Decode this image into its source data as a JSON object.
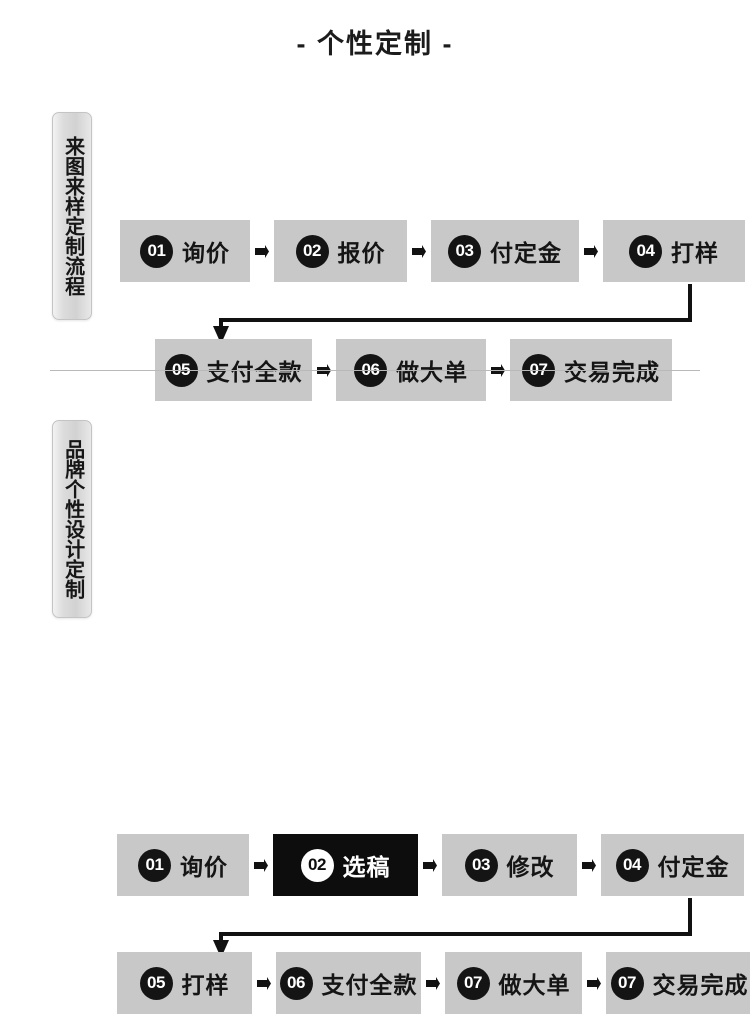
{
  "page": {
    "title": "- 个性定制 -",
    "background_color": "#ffffff",
    "box_gray": "#c8c8c8",
    "badge_black": "#141414",
    "highlight_black": "#0d0d0d"
  },
  "divider": {
    "name": "section-divider"
  },
  "sections": [
    {
      "id": "section-1",
      "side_label": "来图来样定制流程",
      "rows": [
        {
          "id": "s1-row1",
          "steps": [
            {
              "number": "01",
              "label": "询价",
              "highlight": false,
              "width": 130
            },
            {
              "number": "02",
              "label": "报价",
              "highlight": false,
              "width": 133
            },
            {
              "number": "03",
              "label": "付定金",
              "highlight": false,
              "width": 148
            },
            {
              "number": "04",
              "label": "打样",
              "highlight": false,
              "width": 142
            }
          ]
        },
        {
          "id": "s1-row2",
          "steps": [
            {
              "number": "05",
              "label": "支付全款",
              "highlight": false,
              "width": 157
            },
            {
              "number": "06",
              "label": "做大单",
              "highlight": false,
              "width": 150
            },
            {
              "number": "07",
              "label": "交易完成",
              "highlight": false,
              "width": 162
            }
          ]
        }
      ]
    },
    {
      "id": "section-2",
      "side_label": "品牌个性设计定制",
      "rows": [
        {
          "id": "s2-row1",
          "steps": [
            {
              "number": "01",
              "label": "询价",
              "highlight": false,
              "width": 132
            },
            {
              "number": "02",
              "label": "选稿",
              "highlight": true,
              "width": 145
            },
            {
              "number": "03",
              "label": "修改",
              "highlight": false,
              "width": 135
            },
            {
              "number": "04",
              "label": "付定金",
              "highlight": false,
              "width": 143
            }
          ]
        },
        {
          "id": "s2-row2",
          "steps": [
            {
              "number": "05",
              "label": "打样",
              "highlight": false,
              "width": 135
            },
            {
              "number": "06",
              "label": "支付全款",
              "highlight": false,
              "width": 145
            },
            {
              "number": "07",
              "label": "做大单",
              "highlight": false,
              "width": 137
            },
            {
              "number": "07",
              "label": "交易完成",
              "highlight": false,
              "width": 147
            }
          ]
        }
      ]
    }
  ],
  "icons": {
    "step_separator": "triangle-right-arrow-icon",
    "elbow_connector": "elbow-down-arrow-icon"
  }
}
